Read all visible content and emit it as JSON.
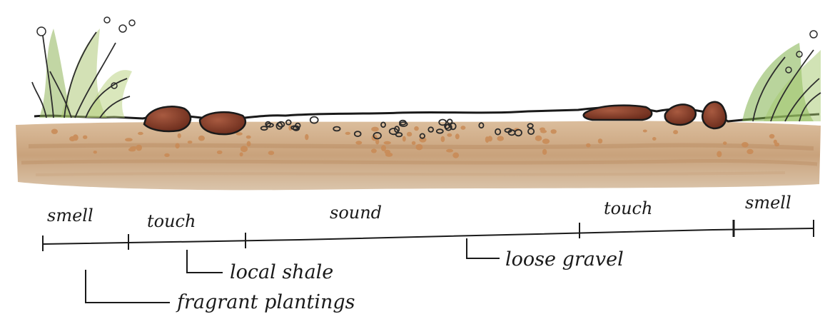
{
  "zones": [
    {
      "label": "smell"
    },
    {
      "label": "touch"
    },
    {
      "label": "sound"
    },
    {
      "label": "touch"
    },
    {
      "label": "smell"
    }
  ],
  "callouts": [
    {
      "label": "local shale"
    },
    {
      "label": "loose gravel"
    },
    {
      "label": "fragrant plantings"
    }
  ],
  "colors": {
    "soil": "#c9a079",
    "soil_dark": "#b07e52",
    "shale": "#8a3f2a",
    "plant_green": "#6f9a3f",
    "ink": "#1a1a1a"
  }
}
